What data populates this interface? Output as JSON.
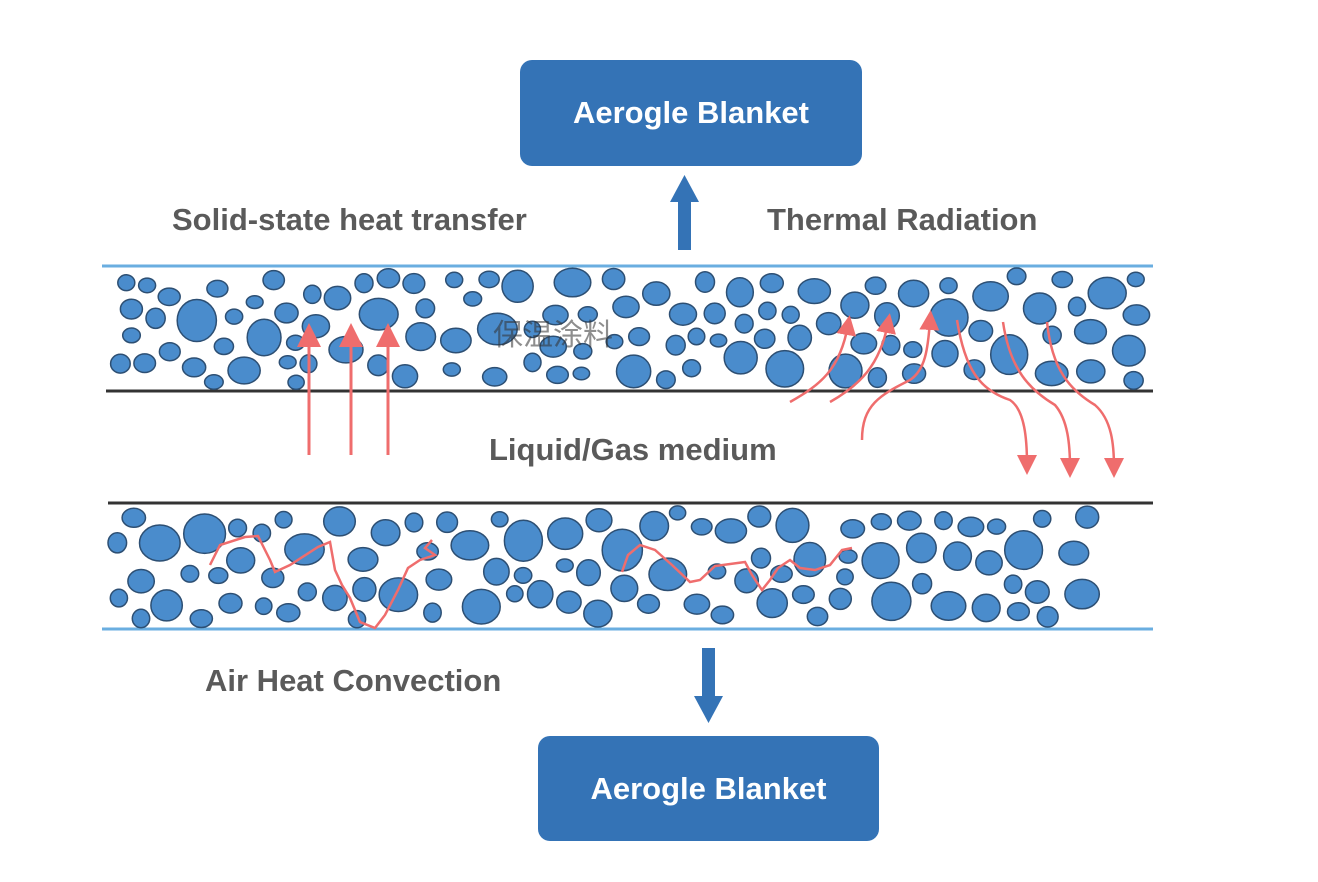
{
  "top_box": {
    "label": "Aerogle Blanket"
  },
  "bottom_box": {
    "label": "Aerogle Blanket"
  },
  "labels": {
    "solid_state": "Solid-state heat transfer",
    "thermal_radiation": "Thermal Radiation",
    "medium": "Liquid/Gas medium",
    "air_convection": "Air Heat Convection"
  },
  "watermark": "保温涂料",
  "colors": {
    "box_fill": "#3473b6",
    "box_text": "#ffffff",
    "label_text": "#5a5a5a",
    "particle_fill": "#4a8ccc",
    "particle_stroke": "#2d4f73",
    "heat_arrow": "#ef6d6d",
    "layer_outer_line": "#6aaee0",
    "layer_inner_line": "#333333",
    "flow_arrow": "#3473b6"
  },
  "arrows": {
    "to_top_box": "up",
    "to_bottom_box": "down"
  },
  "layers": [
    {
      "name": "upper-insulation-layer"
    },
    {
      "name": "lower-insulation-layer"
    }
  ]
}
